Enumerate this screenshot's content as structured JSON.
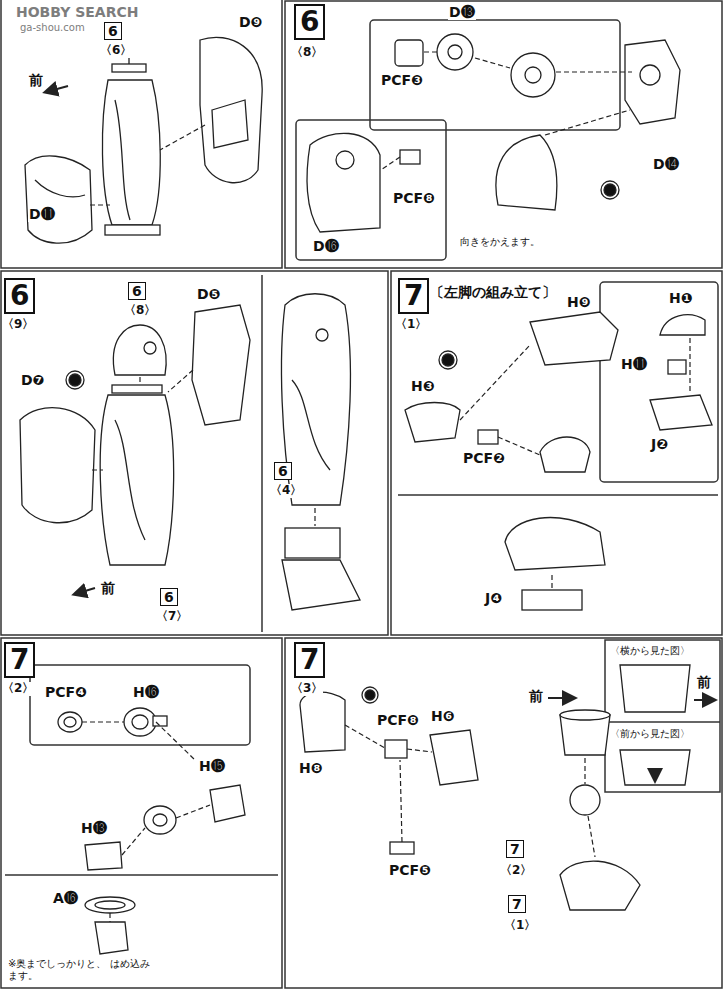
{
  "diagram": {
    "labels": [
      "HOBBY SEARCH",
      "ga-shou.com",
      "6",
      "〈6〉",
      "前",
      "D❾",
      "D⓫",
      "6",
      "〈8〉",
      "D⓭",
      "PCF❸",
      "D⓮",
      "PCF❽",
      "D⓰",
      "向きをかえます。",
      "6",
      "〈9〉",
      "6",
      "〈8〉",
      "D❺",
      "D❼",
      "前",
      "6",
      "〈7〉",
      "6",
      "〈4〉",
      "7",
      "〈1〉",
      "〔左脚の組み立て〕",
      "H❾",
      "H❸",
      "PCF❷",
      "H❶",
      "H⓫",
      "J❷",
      "J❹",
      "7",
      "〈2〉",
      "PCF❹",
      "H⓰",
      "H⓭",
      "H⓯",
      "A⓰",
      "※奥までしっかりと、 はめ込みます。",
      "7",
      "〈3〉",
      "H❽",
      "PCF❽",
      "H❻",
      "PCF❺",
      "前",
      "〈横から見た図〉",
      "前",
      "〈前から見た図〉",
      "7",
      "〈2〉",
      "7",
      "〈1〉"
    ]
  }
}
